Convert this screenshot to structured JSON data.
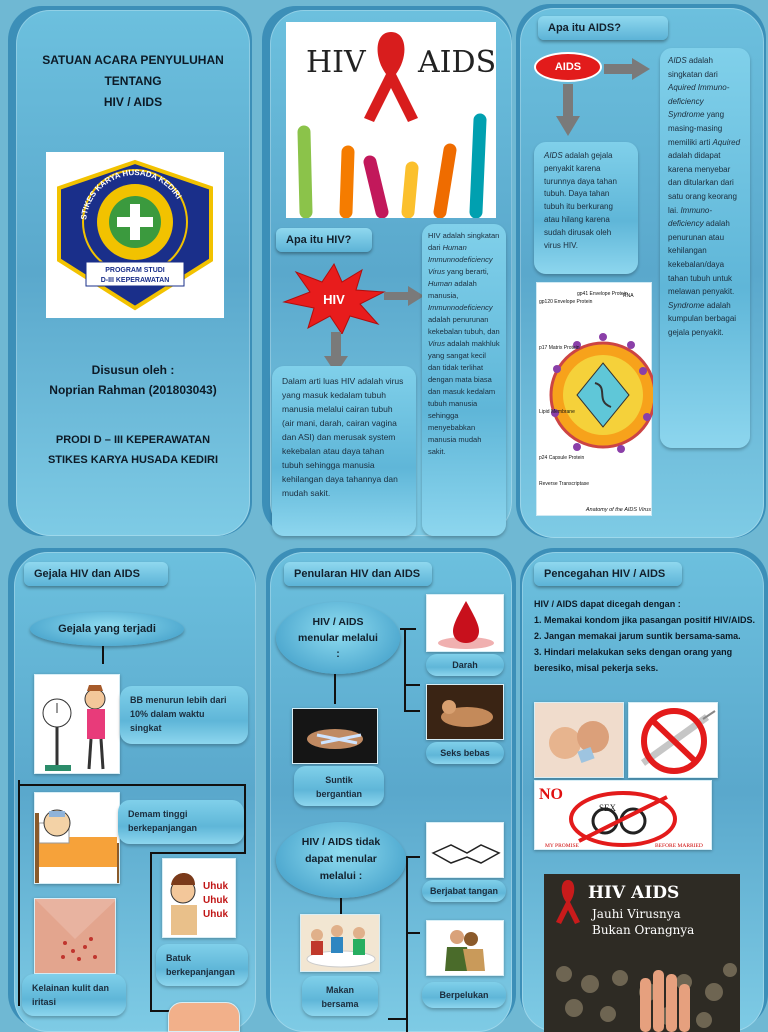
{
  "cover": {
    "title": [
      "SATUAN ACARA PENYULUHAN",
      "TENTANG",
      "HIV / AIDS"
    ],
    "logo": {
      "ring_text": "STIKES KARYA HUSADA KEDIRI",
      "banner_line1": "PROGRAM STUDI",
      "banner_line2": "D-III  KEPERAWATAN"
    },
    "author_label": "Disusun oleh :",
    "author": "Noprian Rahman (201803043)",
    "program": "PRODI D – III KEPERAWATAN",
    "institution": "STIKES KARYA HUSADA KEDIRI"
  },
  "panel2": {
    "banner": {
      "left": "HIV",
      "right": "AIDS"
    },
    "heading": "Apa itu HIV?",
    "burst_label": "HIV",
    "definition": [
      "HIV adalah singkatan dari ",
      "Human Immunnodeficiency Virus",
      " yang berarti, ",
      "Human",
      " adalah manusia, ",
      "Immunnodeficiency",
      " adalah penurunan kekebalan tubuh, dan ",
      "Virus",
      " adalah makhluk yang sangat kecil dan tidak terlihat dengan mata biasa dan masuk kedalam tubuh manusia sehingga menyebabkan manusia mudah sakit."
    ],
    "broad_meaning": "Dalam arti luas HIV adalah virus yang masuk kedalam tubuh manusia melalui cairan tubuh (air mani, darah, cairan vagina dan ASI) dan merusak system kekebalan atau daya tahan tubuh sehingga manusia kehilangan daya tahannya dan mudah sakit."
  },
  "panel3": {
    "heading": "Apa itu AIDS?",
    "badge": "AIDS",
    "symptom_text": [
      "AIDS",
      " adalah gejala penyakit karena turunnya daya tahan tubuh. Daya tahan tubuh itu berkurang atau hilang karena sudah dirusak oleh virus HIV."
    ],
    "definition": [
      "AIDS",
      " adalah singkatan dari ",
      "Aquired Immuno-deficiency Syndrome",
      " yang masing-masing memiliki arti ",
      "Aquired",
      " adalah didapat karena menyebar dan ditularkan dari satu orang keorang lai. ",
      "Immuno-deficiency",
      " adalah penurunan atau kehilangan kekebalan/daya tahan tubuh untuk melawan penyakit. ",
      "Syndrome",
      " adalah kumpulan berbagai gejala penyakit."
    ],
    "diagram": {
      "labels": [
        "gp120 Envelope Protein",
        "gp41 Envelope Protein",
        "RNA",
        "p17 Matrix Protein",
        "Lipid Membrane",
        "p24 Capsule Protein",
        "Reverse Transcriptase"
      ],
      "caption": "Anatomy of the AIDS Virus"
    }
  },
  "panel4": {
    "heading": "Gejala HIV dan AIDS",
    "root": "Gejala yang terjadi",
    "items": [
      "BB menurun lebih dari 10% dalam waktu singkat",
      "Demam  tinggi berkepanjangan",
      "Batuk berkepanjangan",
      "Kelainan kulit dan iritasi"
    ],
    "cough_text": [
      "Uhuk",
      "Uhuk",
      "Uhuk"
    ]
  },
  "panel5": {
    "heading": "Penularan HIV dan AIDS",
    "can_title": "HIV / AIDS menular melalui :",
    "can_items": [
      "Darah",
      "Seks bebas",
      "Suntik bergantian"
    ],
    "cannot_title": "HIV / AIDS tidak dapat menular melalui :",
    "cannot_items": [
      "Berjabat tangan",
      "Makan bersama",
      "Berpelukan"
    ]
  },
  "panel6": {
    "heading": "Pencegahan HIV / AIDS",
    "intro": "HIV / AIDS dapat dicegah dengan :",
    "items": [
      "1. Memakai kondom jika pasangan positif HIV/AIDS.",
      "2. Jangan memakai jarum suntik bersama-sama.",
      "3. Hindari melakukan seks dengan orang yang beresiko, misal pekerja seks."
    ],
    "no_sign": {
      "no": "NO",
      "sex": "SEX",
      "left": "MY  PROMISE",
      "right": "BEFORE MARRIED"
    },
    "poster": {
      "title": "HIV AIDS",
      "line1": "Jauhi Virusnya",
      "line2": "Bukan Orangnya"
    }
  },
  "colors": {
    "panel": "#5fb0d3",
    "accent_red": "#e02020",
    "arrow": "#7a7a7a"
  }
}
